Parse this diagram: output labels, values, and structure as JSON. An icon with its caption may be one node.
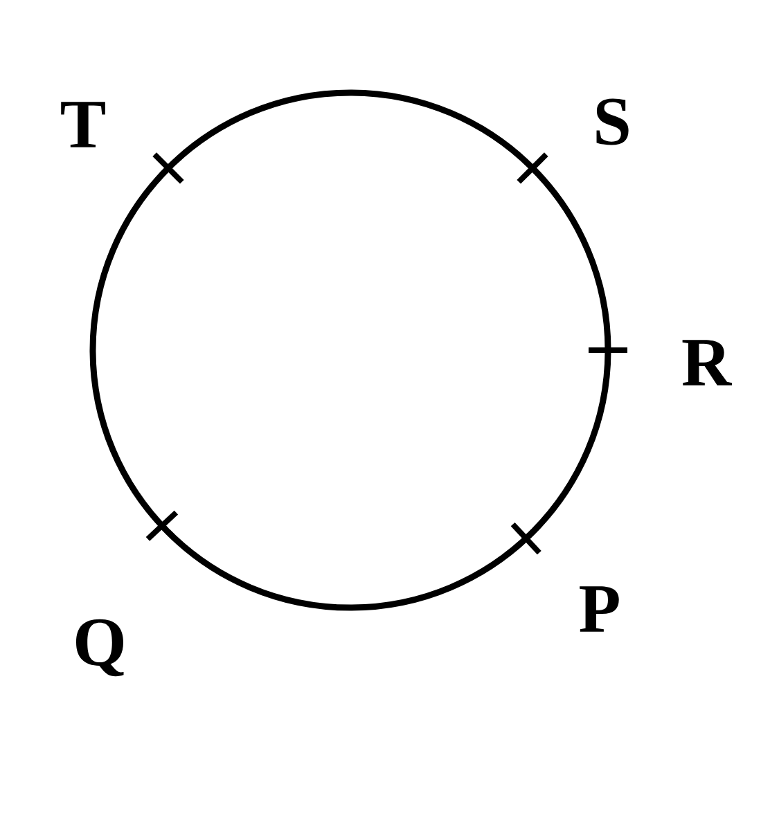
{
  "diagram": {
    "labels": [
      "T",
      "S",
      "R",
      "P",
      "Q"
    ]
  }
}
